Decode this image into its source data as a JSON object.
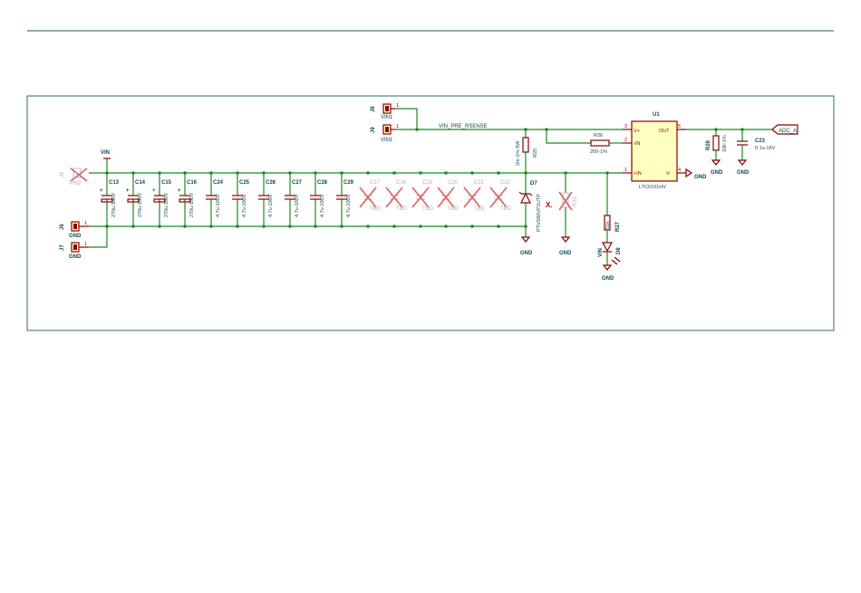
{
  "schematic": {
    "nets": {
      "vin_pre_rsense": "VIN_PRE_RSENSE",
      "adc_a": "ADC_A",
      "vin": "VIN",
      "gnd": "GND",
      "vin1": "VIN1",
      "vin2": "VIN2"
    },
    "connectors": {
      "j8": "J8",
      "j9": "J9",
      "j6": "J6",
      "j7": "J7",
      "j5": "J5",
      "pin1": "1"
    },
    "u1": {
      "ref": "U1",
      "value": "LTC6101HV",
      "pin_vplus": "V+",
      "pin_out": "OUT",
      "pin_inneg": "-IN",
      "pin_inpos": "+IN",
      "pin_vminus": "V-",
      "n3": "3",
      "n5": "5",
      "n2": "2",
      "n1": "1",
      "n4": "4"
    },
    "r25": {
      "ref": "R25",
      "value": "2m-1%-5W"
    },
    "r26": {
      "ref": "R26",
      "value": "200-1%"
    },
    "r27": {
      "ref": "R27",
      "value": "51k"
    },
    "r28": {
      "ref": "R28",
      "value": "10k-1%"
    },
    "r31": {
      "ref": "R31",
      "mark": "X."
    },
    "c23": {
      "ref": "C23",
      "value": "0.1u-16V"
    },
    "d7": {
      "ref": "D7",
      "value": "PTVS60VP1UTP"
    },
    "d8": {
      "ref": "D8"
    },
    "caps_bulk": {
      "refs": [
        "C13",
        "C14",
        "C15",
        "C16"
      ],
      "value": "270u-100V"
    },
    "caps_ceramic": {
      "refs": [
        "C24",
        "C25",
        "C26",
        "C27",
        "C28",
        "C29"
      ],
      "value": "4.7u-100V"
    },
    "caps_dnp": {
      "refs": [
        "C17",
        "C18",
        "C19",
        "C20",
        "C21",
        "C22"
      ],
      "value": "TBD"
    },
    "misc": {
      "plus": "+"
    }
  }
}
